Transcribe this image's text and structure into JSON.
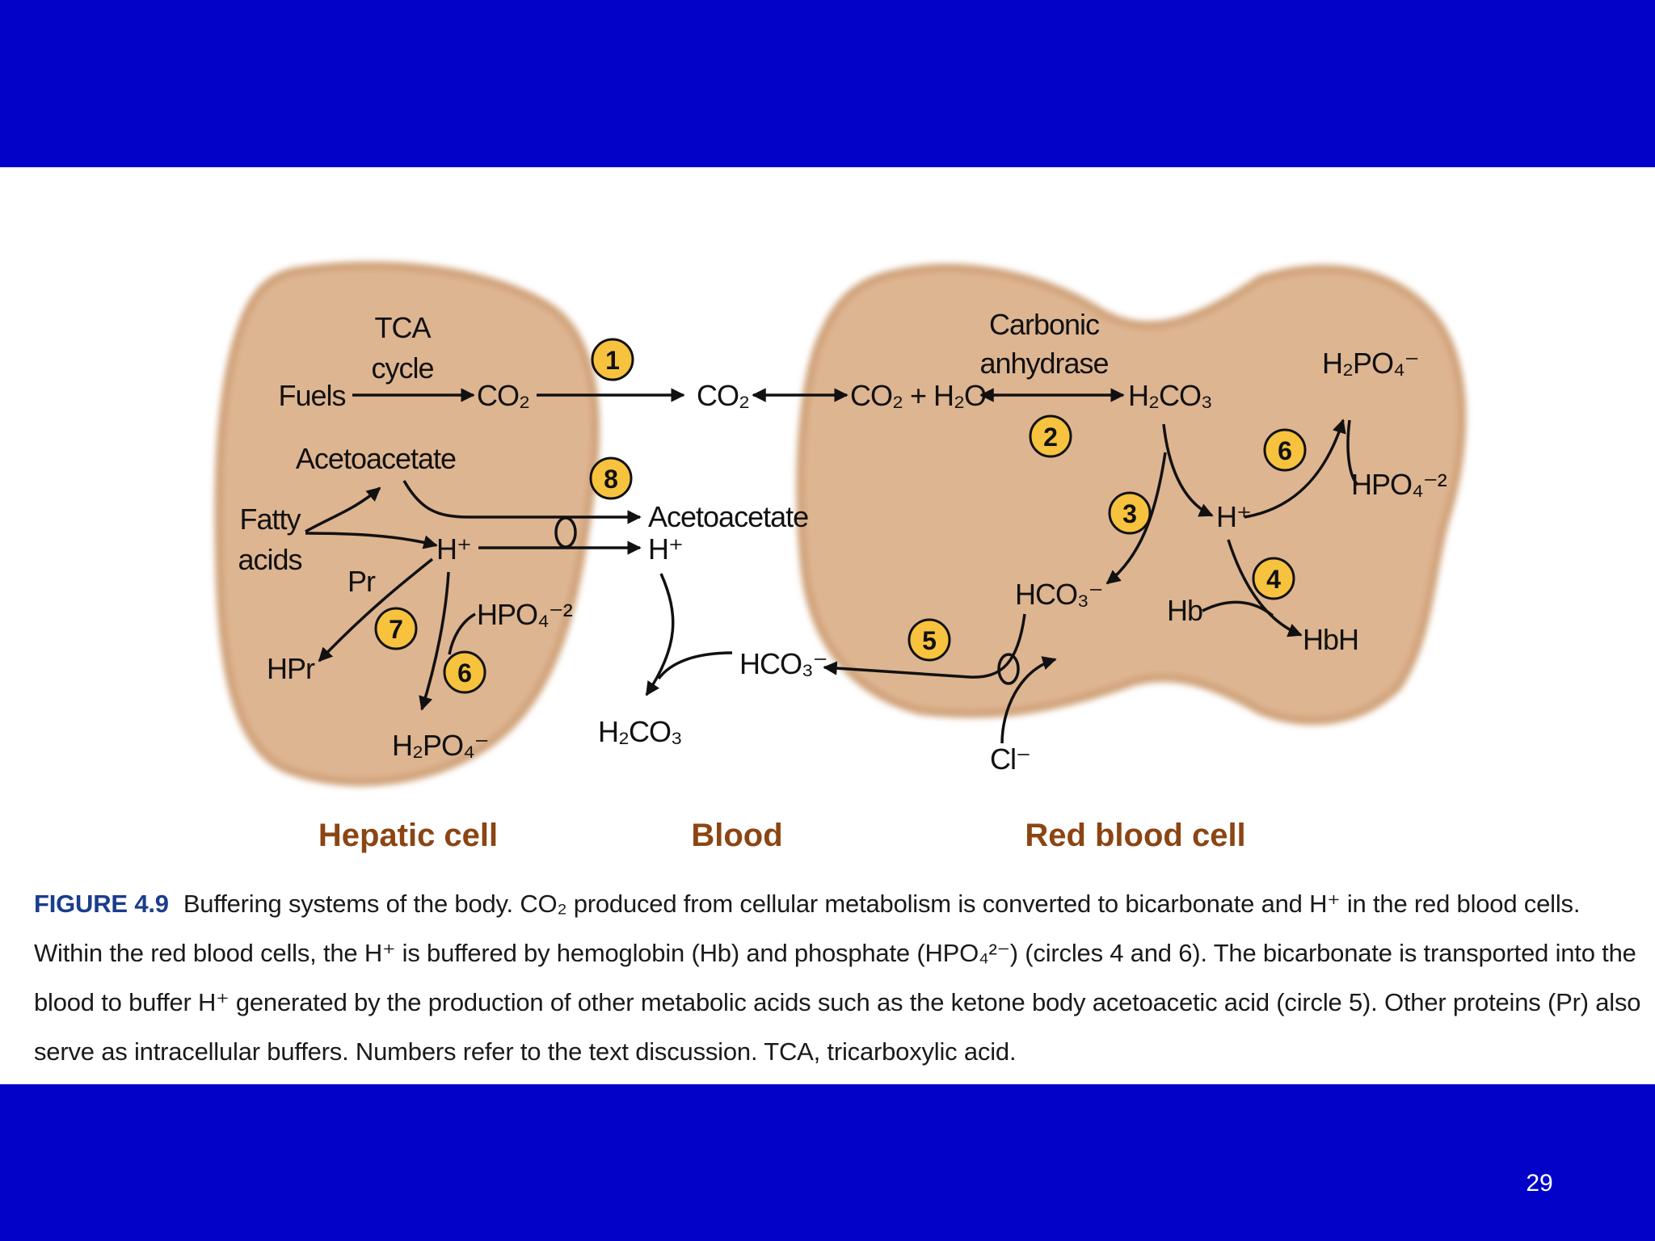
{
  "slide": {
    "page_number": "29"
  },
  "colors": {
    "band": "#0202c8",
    "cell_fill": "#deb591",
    "cell_edge": "#c99a70",
    "badge": "#f7c23e",
    "label_brown": "#8b4513",
    "caption_blue": "#1a3d8c"
  },
  "diagram": {
    "region_labels": {
      "hepatic": "Hepatic cell",
      "blood": "Blood",
      "rbc": "Red blood cell"
    },
    "hepatic": {
      "tca": "TCA",
      "cycle": "cycle",
      "fuels": "Fuels",
      "co2": "CO₂",
      "acetoacetate": "Acetoacetate",
      "fatty": "Fatty",
      "acids": "acids",
      "h": "H⁺",
      "pr": "Pr",
      "hpr": "HPr",
      "hpo4": "HPO₄⁻²",
      "h2po4": "H₂PO₄⁻"
    },
    "blood": {
      "co2": "CO₂",
      "acetoacetate": "Acetoacetate",
      "h": "H⁺",
      "hco3": "HCO₃⁻",
      "h2co3": "H₂CO₃",
      "cl": "Cl⁻"
    },
    "rbc": {
      "carbonic": "Carbonic",
      "anhydrase": "anhydrase",
      "co2_h2o": "CO₂ + H₂O",
      "h2co3": "H₂CO₃",
      "h2po4": "H₂PO₄⁻",
      "hpo4": "HPO₄⁻²",
      "h": "H⁺",
      "hco3": "HCO₃⁻",
      "hb": "Hb",
      "hbh": "HbH"
    },
    "badges": [
      "1",
      "2",
      "3",
      "4",
      "5",
      "6",
      "6",
      "7",
      "8"
    ]
  },
  "caption": {
    "figure_label": "FIGURE 4.9",
    "text": "Buffering systems of the body. CO₂ produced from cellular metabolism is converted to bicarbonate and H⁺ in the red blood cells. Within the red blood cells, the H⁺ is buffered by hemoglobin (Hb) and phosphate (HPO₄²⁻) (circles 4 and 6). The bicarbonate is transported into the blood to buffer H⁺ generated by the production of other metabolic acids such as the ketone body acetoacetic acid (circle 5). Other proteins (Pr) also serve as intracellular buffers. Numbers refer to the text discussion. TCA, tricarboxylic acid."
  }
}
